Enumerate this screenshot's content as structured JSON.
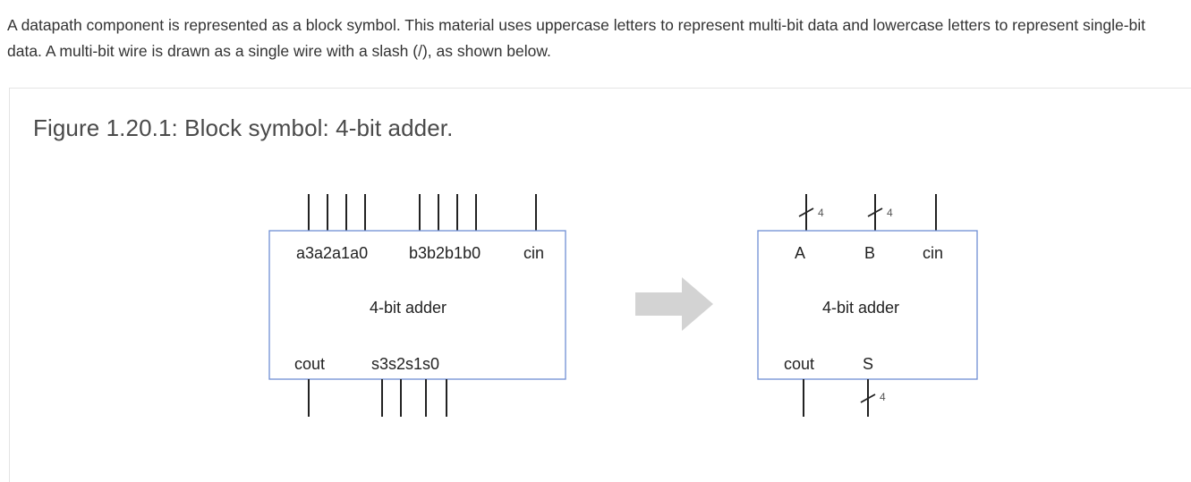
{
  "intro_text": "A datapath component is represented as a block symbol. This material uses uppercase letters to represent multi-bit data and lowercase letters to represent single-bit data. A multi-bit wire is drawn as a single wire with a slash (/), as shown below.",
  "figure_caption": "Figure 1.20.1: Block symbol: 4-bit adder.",
  "left_block": {
    "input_a": "a3a2a1a0",
    "input_b": "b3b2b1b0",
    "input_cin": "cin",
    "title": "4-bit adder",
    "output_cout": "cout",
    "output_s": "s3s2s1s0"
  },
  "right_block": {
    "input_a": "A",
    "input_b": "B",
    "input_cin": "cin",
    "title": "4-bit adder",
    "output_cout": "cout",
    "output_s": "S",
    "bus_width_a": "4",
    "bus_width_b": "4",
    "bus_width_s": "4"
  },
  "colors": {
    "block_border": "#6f8fd4",
    "arrow": "#d3d3d3",
    "wire": "#222222"
  }
}
